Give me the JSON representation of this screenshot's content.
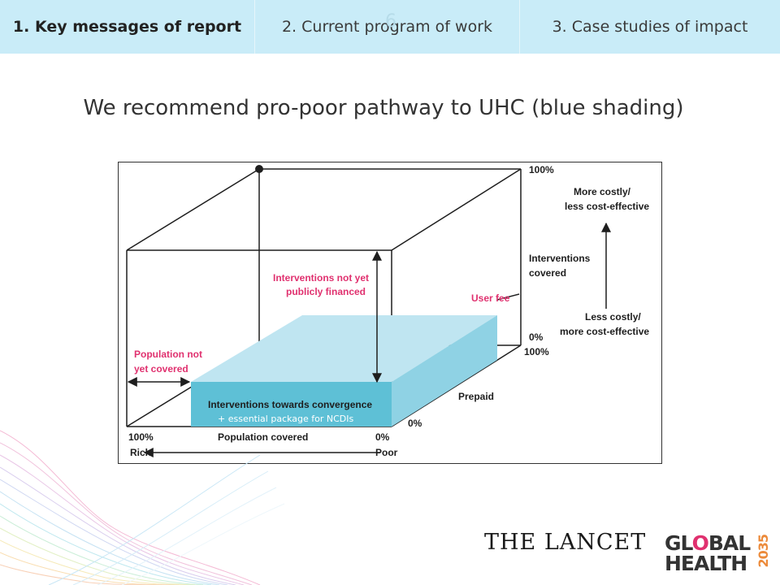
{
  "nav": {
    "tabs": [
      {
        "label": "1. Key messages of report",
        "active": true
      },
      {
        "label": "2. Current program of work",
        "active": false
      },
      {
        "label": "3. Case studies of impact",
        "active": false
      }
    ],
    "ghost_number": "6"
  },
  "slide": {
    "title": "We recommend pro-poor pathway to UHC (blue shading)"
  },
  "diagram": {
    "labels": {
      "interventions_not_financed_1": "Interventions not yet",
      "interventions_not_financed_2": "publicly financed",
      "user_fee": "User fee",
      "population_not_covered_1": "Population not",
      "population_not_covered_2": "yet covered",
      "interventions_convergence": "Interventions towards convergence",
      "essential_package": "+ essential package for NCDIs",
      "pct_100_top": "100%",
      "pct_0_mid": "0%",
      "pct_100_mid": "100%",
      "pct_0_bottom": "0%",
      "pct_100_left": "100%",
      "pct_0_front": "0%",
      "rich": "Rich",
      "poor": "Poor",
      "population_covered": "Population covered",
      "prepaid": "Prepaid",
      "interventions_covered_1": "Interventions",
      "interventions_covered_2": "covered",
      "more_costly_1": "More costly/",
      "more_costly_2": "less cost-effective",
      "less_costly_1": "Less costly/",
      "less_costly_2": "more cost-effective"
    },
    "colors": {
      "front_face": "#5ec0d6",
      "top_face": "#bfe5f1",
      "side_face": "#8fd2e4",
      "label_pink": "#e0316f"
    }
  },
  "footer": {
    "lancet": "THE LANCET",
    "gh_line1_a": "GL",
    "gh_line1_o": "O",
    "gh_line1_b": "BAL",
    "gh_line2": "HEALTH",
    "gh_year": "2035"
  }
}
